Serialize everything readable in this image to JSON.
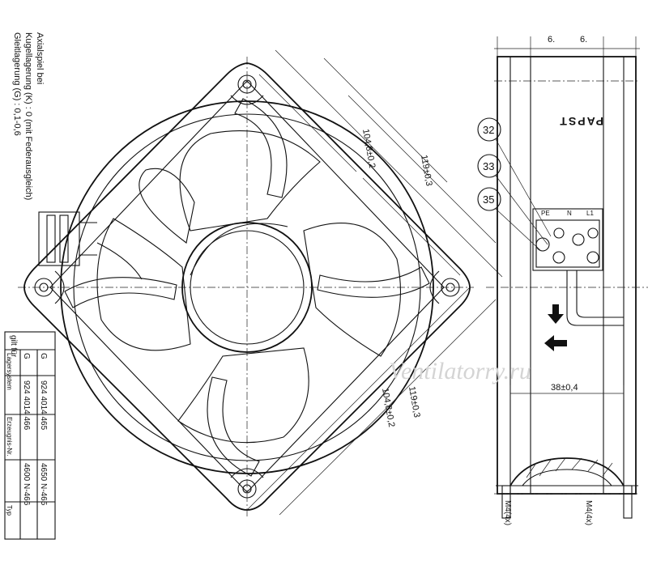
{
  "notes": {
    "line1": "Axialspiel bei",
    "line2": "Kugellagerung (K) : 0 (mit Federausgleich)",
    "line3": "Gleitlagerung (G) : 0,1-0,6"
  },
  "table": {
    "header": "gilt für",
    "row_labels": [
      "Lagersystem",
      "Erzeugnis-Nr.",
      "Typ"
    ],
    "col1": [
      "G",
      "924 4014 466",
      "4600 N-466"
    ],
    "col2": [
      "G",
      "924 4014 465",
      "4650 N-465"
    ]
  },
  "dimensions": {
    "hole_spacing_top": "104,8±0,2",
    "outer_top": "119±0,3",
    "hole_spacing_bottom": "104,8±0,2",
    "outer_bottom": "119±0,3",
    "side_left": "6.",
    "side_right": "6.",
    "depth": "38±0,4",
    "thread_left": "M4(4x)",
    "thread_right": "M4(4x)"
  },
  "callouts": [
    "32",
    "33",
    "35"
  ],
  "terminal_labels": [
    "PE",
    "N",
    "L1"
  ],
  "brand": "PAPST",
  "watermark": "Ventilatorry.ru",
  "colors": {
    "line": "#111111",
    "background": "#ffffff",
    "watermark": "#d4d4d4"
  }
}
